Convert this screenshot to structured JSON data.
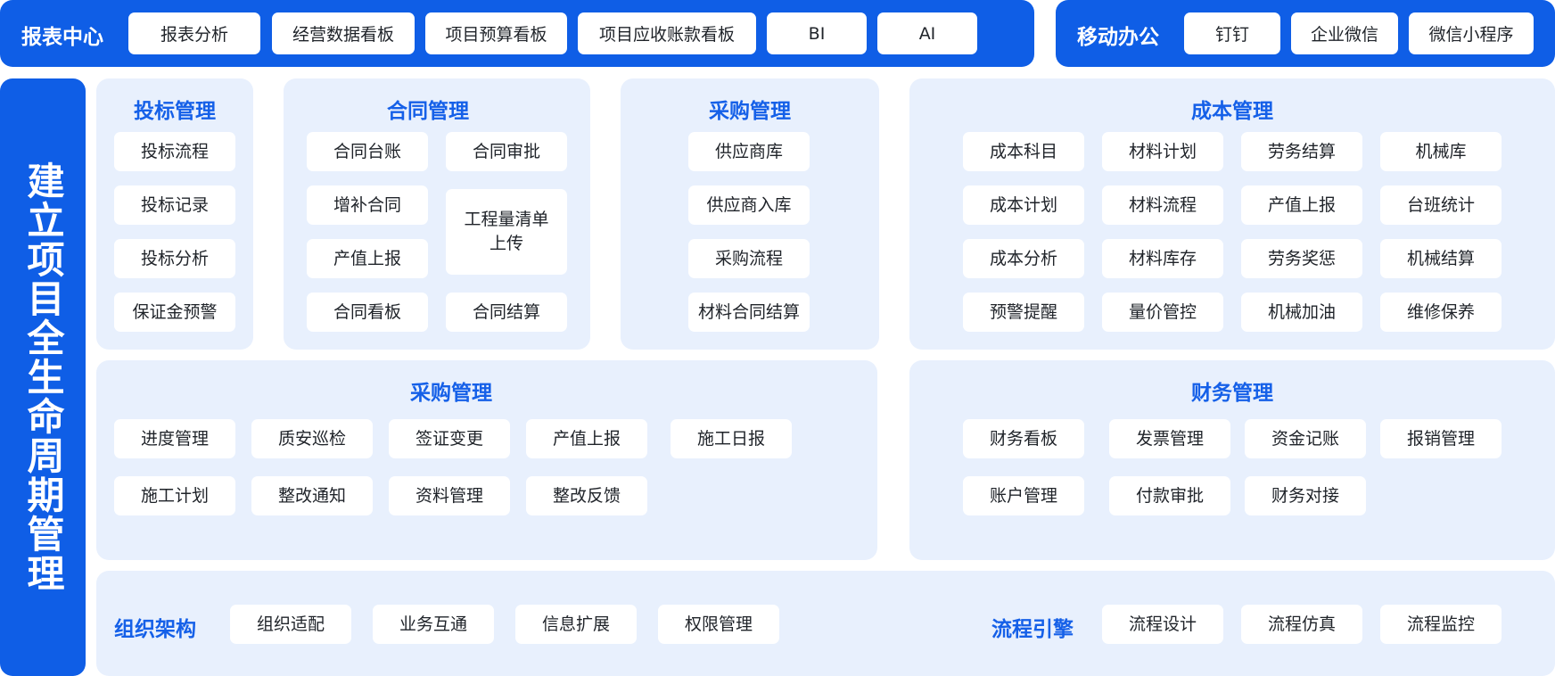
{
  "report_center": {
    "title": "报表中心",
    "items": [
      "报表分析",
      "经营数据看板",
      "项目预算看板",
      "项目应收账款看板",
      "BI",
      "AI"
    ]
  },
  "mobile_office": {
    "title": "移动办公",
    "items": [
      "钉钉",
      "企业微信",
      "微信小程序"
    ]
  },
  "side_title": "建立项目全生命周期管理",
  "bidding": {
    "title": "投标管理",
    "items": [
      "投标流程",
      "投标记录",
      "投标分析",
      "保证金预警"
    ]
  },
  "contract": {
    "title": "合同管理",
    "items": [
      "合同台账",
      "合同审批",
      "增补合同",
      "工程量清单上传",
      "产值上报",
      "合同看板",
      "合同结算"
    ]
  },
  "procurement": {
    "title": "采购管理",
    "items": [
      "供应商库",
      "供应商入库",
      "采购流程",
      "材料合同结算"
    ]
  },
  "cost": {
    "title": "成本管理",
    "items": [
      "成本科目",
      "材料计划",
      "劳务结算",
      "机械库",
      "成本计划",
      "材料流程",
      "产值上报",
      "台班统计",
      "成本分析",
      "材料库存",
      "劳务奖惩",
      "机械结算",
      "预警提醒",
      "量价管控",
      "机械加油",
      "维修保养"
    ]
  },
  "construction": {
    "title": "采购管理",
    "items": [
      "进度管理",
      "质安巡检",
      "签证变更",
      "产值上报",
      "施工日报",
      "施工计划",
      "整改通知",
      "资料管理",
      "整改反馈"
    ]
  },
  "finance": {
    "title": "财务管理",
    "items": [
      "财务看板",
      "发票管理",
      "资金记账",
      "报销管理",
      "账户管理",
      "付款审批",
      "财务对接"
    ]
  },
  "org": {
    "title": "组织架构",
    "items": [
      "组织适配",
      "业务互通",
      "信息扩展",
      "权限管理"
    ]
  },
  "workflow": {
    "title": "流程引擎",
    "items": [
      "流程设计",
      "流程仿真",
      "流程监控"
    ]
  },
  "colors": {
    "primary": "#0f5ee6",
    "panel_bg": "#e8f0fd",
    "title_text": "#1560e8"
  }
}
